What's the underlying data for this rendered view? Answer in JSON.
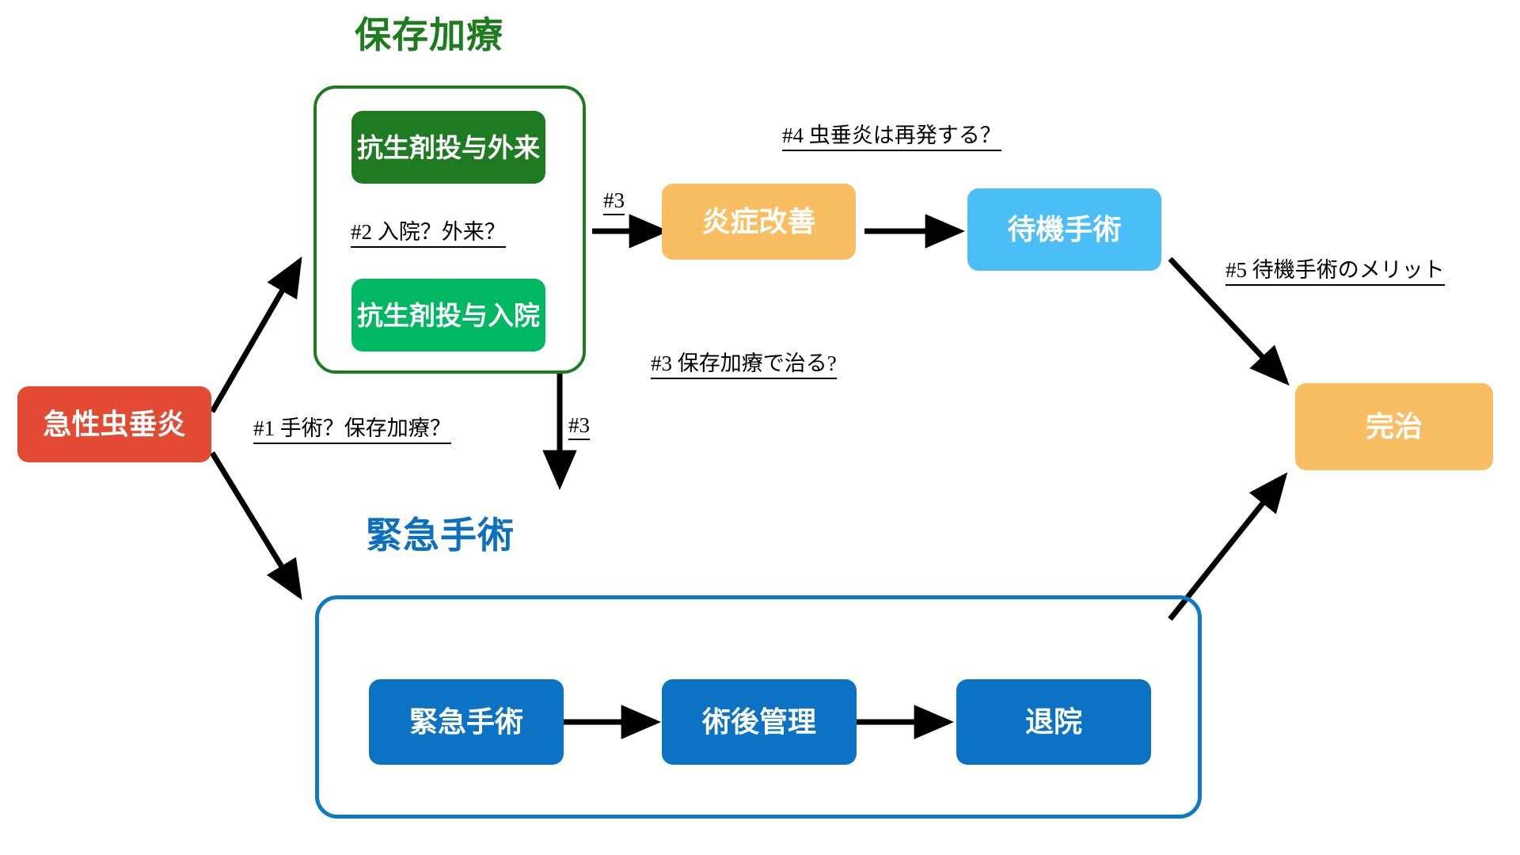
{
  "diagram": {
    "title_conservative": "保存加療",
    "title_emergency": "緊急手術"
  },
  "nodes": {
    "start": "急性虫垂炎",
    "abx_outpatient": "抗生剤投与外来",
    "abx_inpatient": "抗生剤投与入院",
    "inflammation_improved": "炎症改善",
    "elective_surgery": "待機手術",
    "emergency_surgery": "緊急手術",
    "postop_care": "術後管理",
    "discharge": "退院",
    "cure": "完治"
  },
  "annotations": {
    "q1": "#1 手術？保存加療？",
    "q2": "#2 入院？外来？",
    "q3_full": "#3 保存加療で治る?",
    "q3_tag_right": "#3",
    "q3_tag_down": "#3",
    "q4": "#4 虫垂炎は再発する？",
    "q5": "#5 待機手術のメリット"
  },
  "colors": {
    "red": "#E24A33",
    "dark_green": "#1E7B22",
    "green": "#00B862",
    "orange": "#F9BE62",
    "light_blue": "#4BBDF7",
    "blue": "#0B72C4",
    "conservative_border": "#1E7B1E",
    "emergency_border": "#0D7BC4",
    "arrow": "#000000"
  }
}
